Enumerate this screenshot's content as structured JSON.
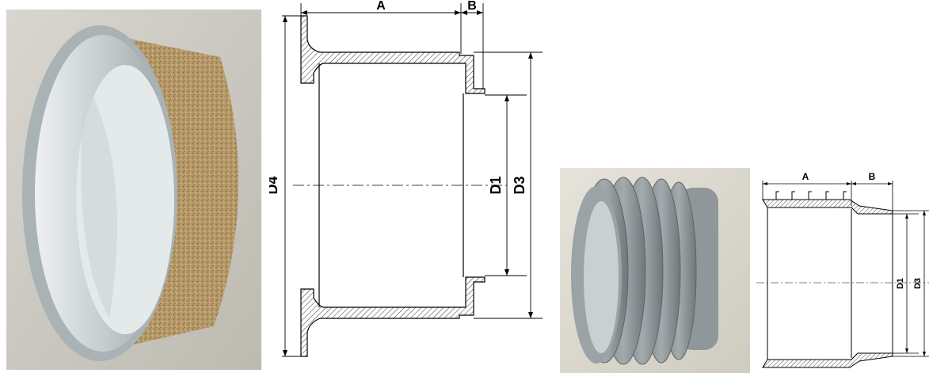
{
  "drawing1": {
    "label_A": "A",
    "label_B": "B",
    "label_D1": "D1",
    "label_D3": "D3",
    "label_D4": "D4"
  },
  "drawing2": {
    "label_A": "A",
    "label_B": "B",
    "label_D1": "D1",
    "label_D3": "D3"
  },
  "colors": {
    "pipe_gray": "#9aa3a6",
    "sand_coat": "#b89a6a",
    "line": "#000000"
  }
}
